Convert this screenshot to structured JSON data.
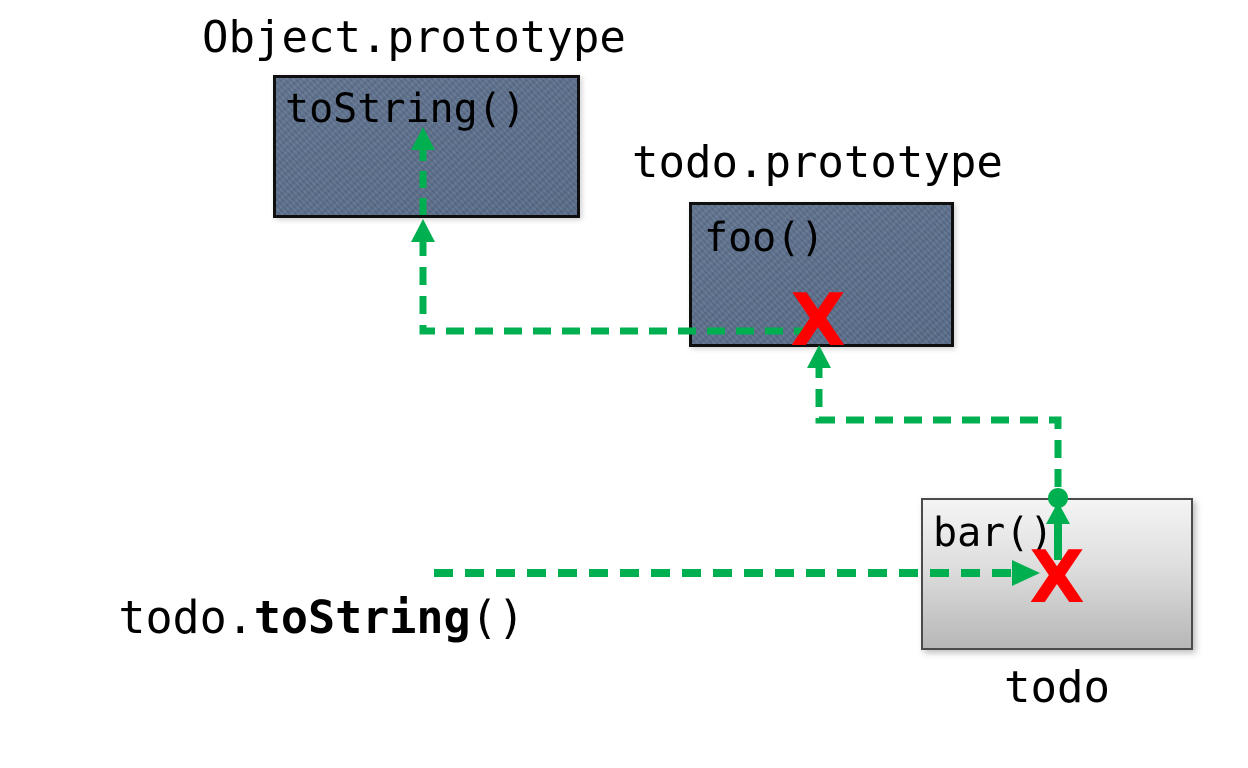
{
  "colors": {
    "green": "#00B050",
    "red": "#FF0000",
    "box_fill": "#617491",
    "box_fill_dark": "#596c89",
    "box_border": "#0f0f0f",
    "todo_fill_top": "#f4f4f4",
    "todo_fill_bottom": "#b7b7b7",
    "text": "#000000"
  },
  "boxes": {
    "object_prototype": {
      "label": "Object.prototype",
      "member": "toString()"
    },
    "todo_prototype": {
      "label": "todo.prototype",
      "member": "foo()"
    },
    "todo": {
      "label": "todo",
      "member": "bar()"
    }
  },
  "expression": {
    "object": "todo.",
    "method": "toString",
    "parens": "()"
  },
  "markers": {
    "fail": "X"
  }
}
